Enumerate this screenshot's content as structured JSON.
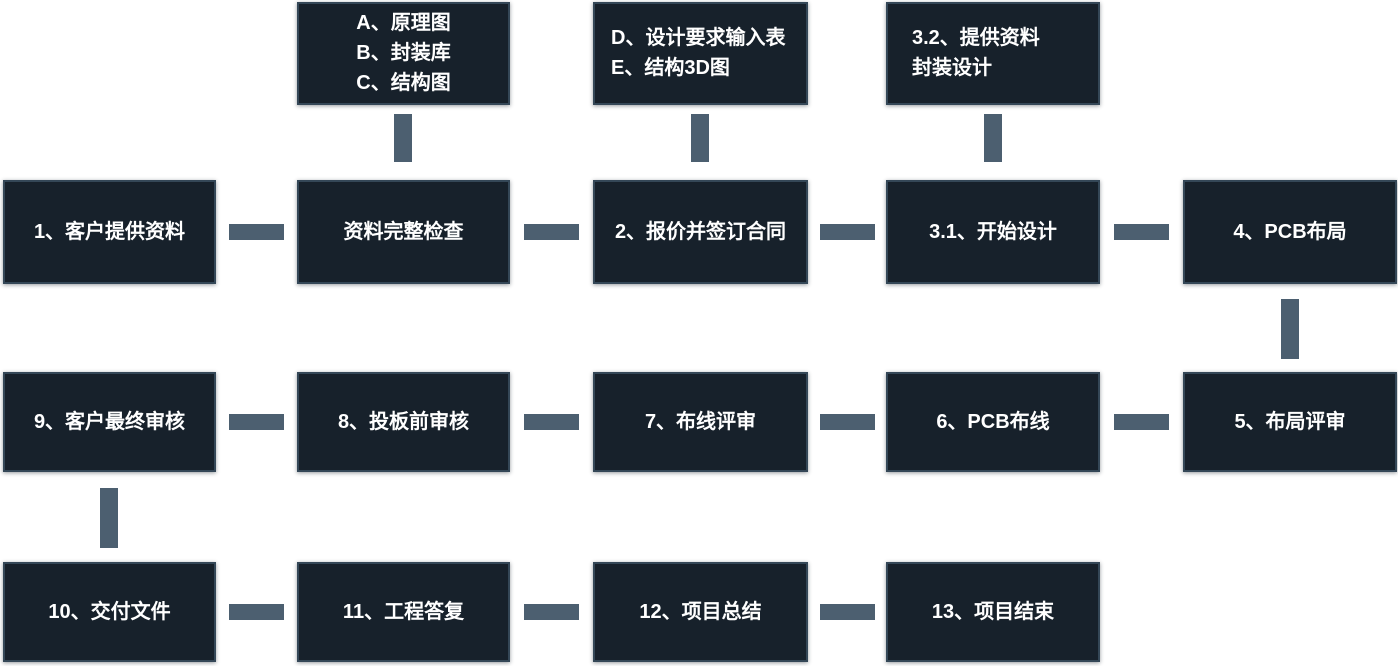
{
  "flow": {
    "title": "PCB design workflow flowchart",
    "colors": {
      "box_bg": "#17212b",
      "box_border": "#344757",
      "connector": "#4c5f70",
      "text": "#ffffff",
      "page_bg": "#ffffff"
    },
    "annotations": {
      "abc": {
        "lines": [
          "A、原理图",
          "B、封装库",
          "C、结构图"
        ]
      },
      "de": {
        "lines": [
          "D、设计要求输入表",
          "E、结构3D图"
        ]
      },
      "provide": {
        "lines": [
          "3.2、提供资料",
          "封装设计"
        ]
      }
    },
    "row1": [
      "1、客户提供资料",
      "资料完整检查",
      "2、报价并签订合同",
      "3.1、开始设计",
      "4、PCB布局"
    ],
    "row2": [
      "9、客户最终审核",
      "8、投板前审核",
      "7、布线评审",
      "6、PCB布线",
      "5、布局评审"
    ],
    "row3": [
      "10、交付文件",
      "11、工程答复",
      "12、项目总结",
      "13、项目结束"
    ]
  }
}
